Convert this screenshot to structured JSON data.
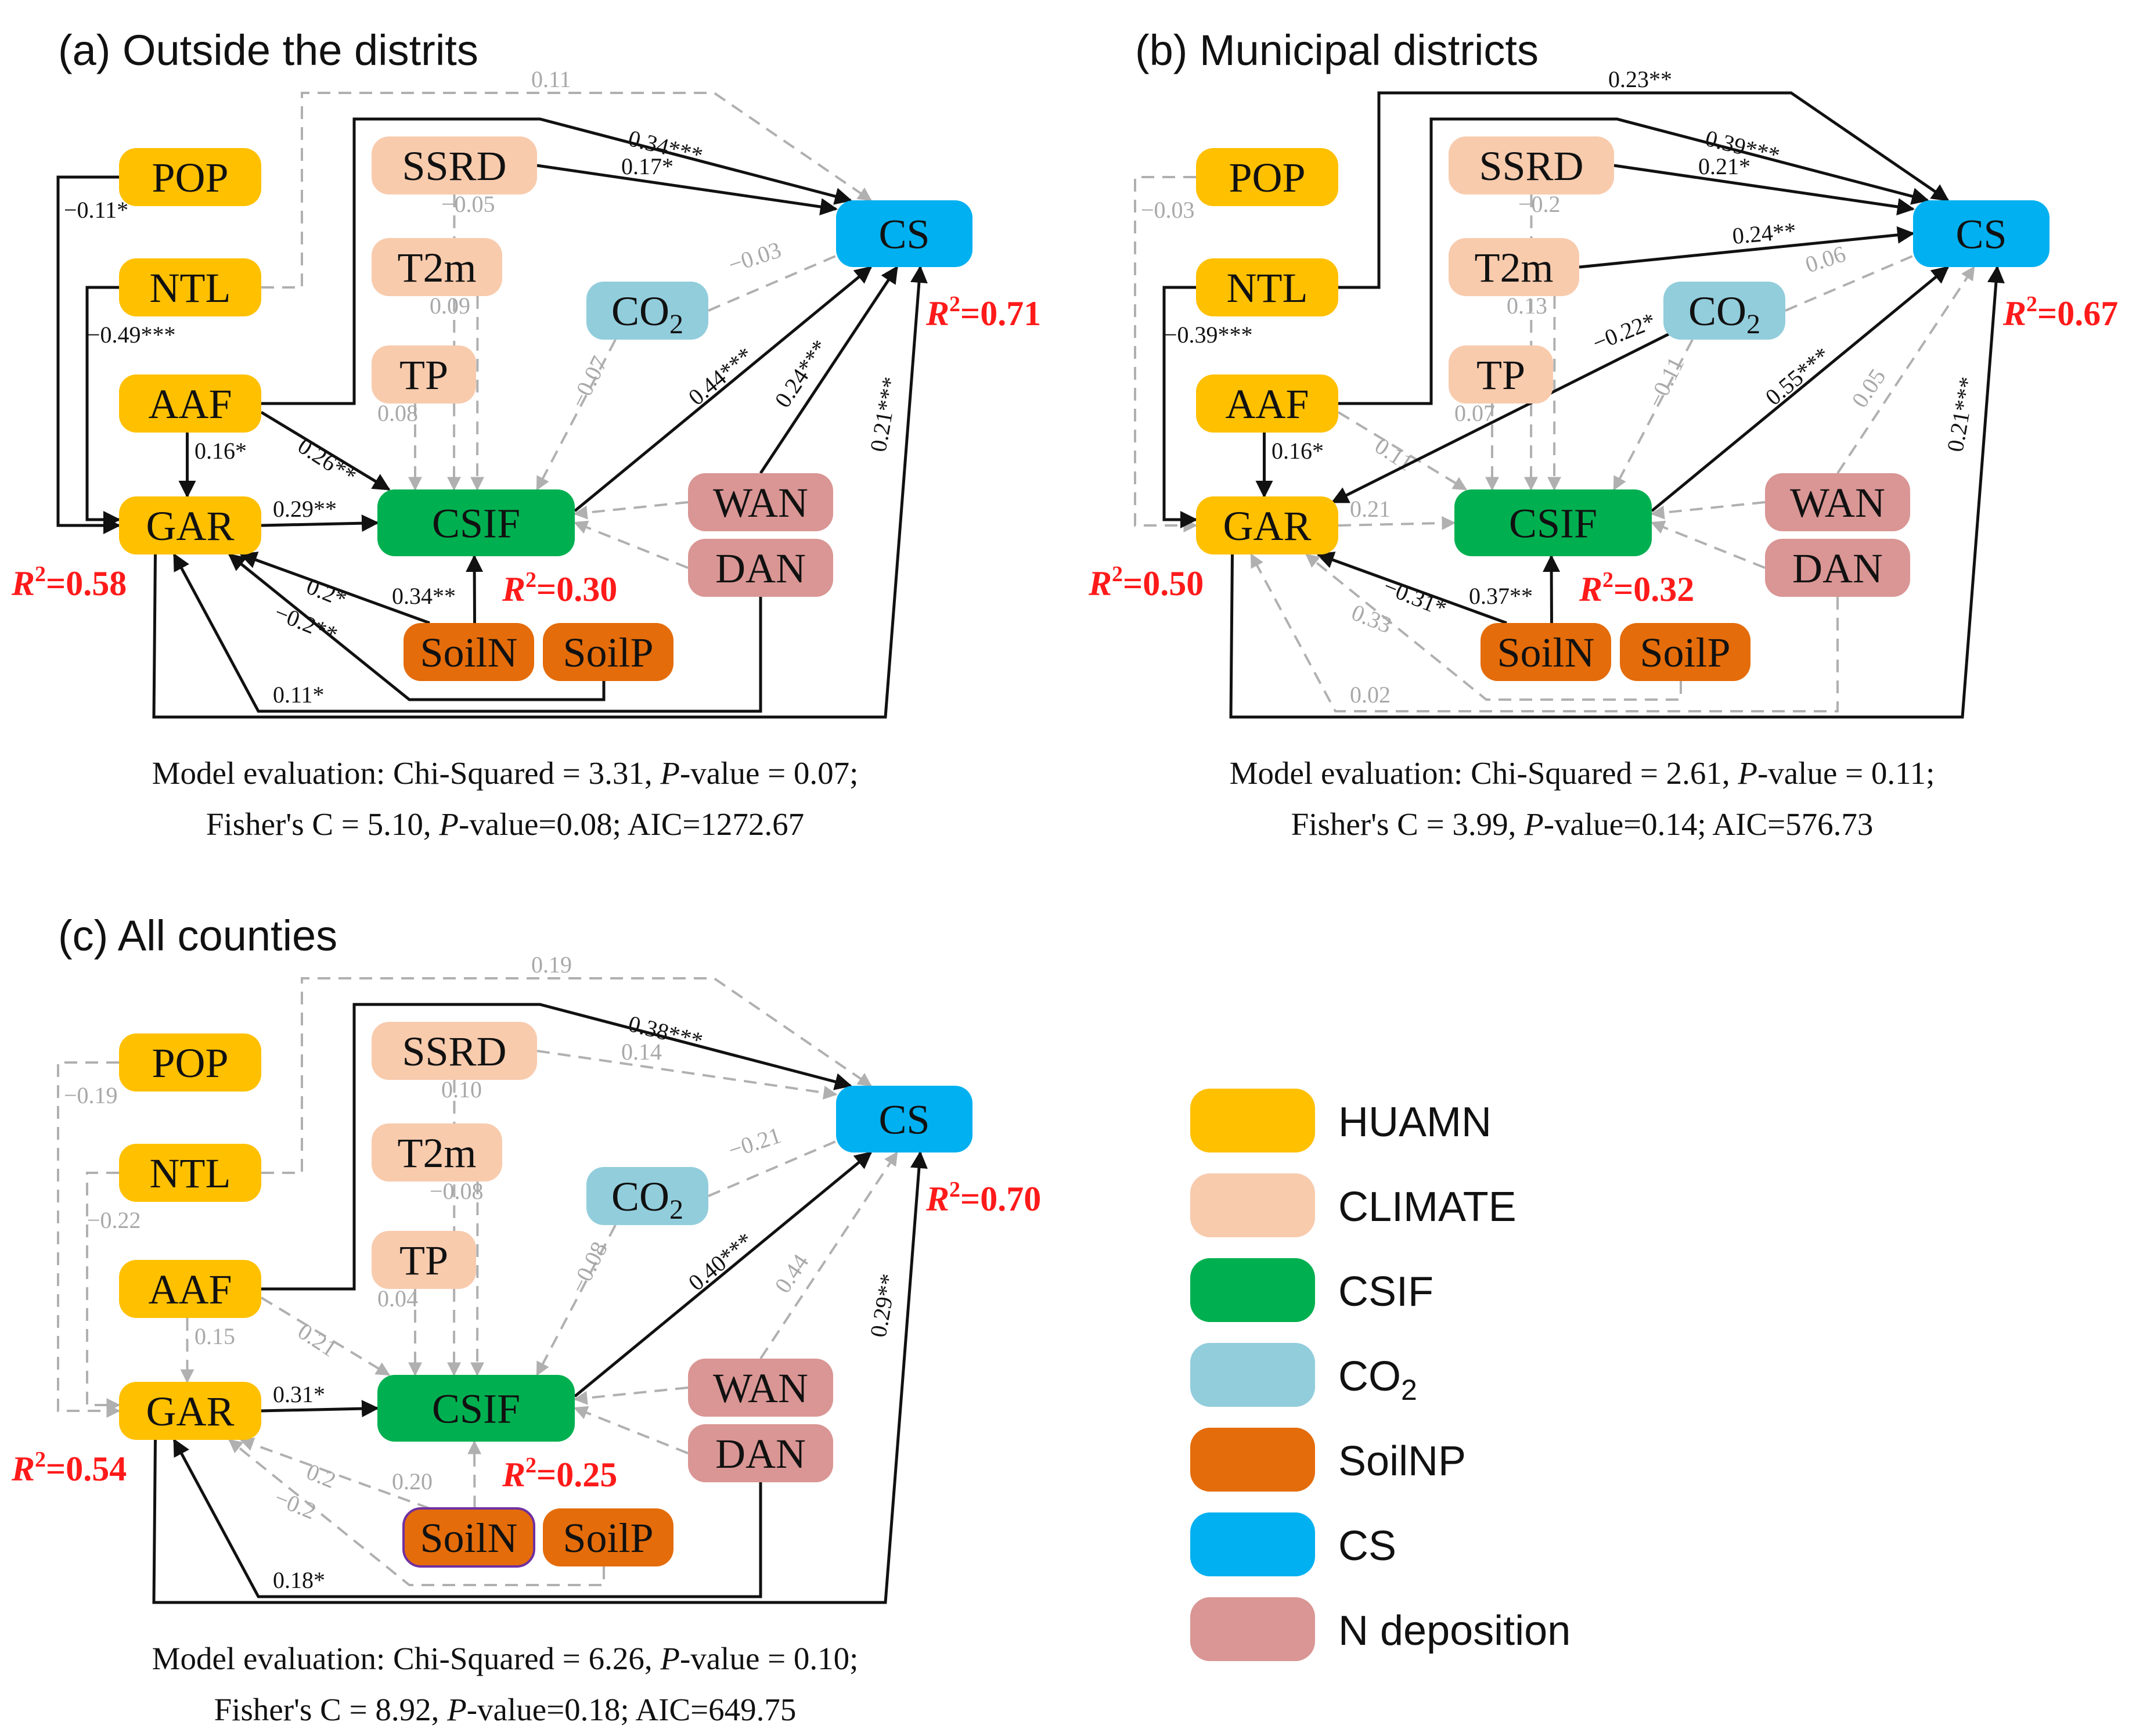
{
  "colors": {
    "HUMAN": "#FFC000",
    "CLIMATE": "#F8CBAD",
    "CSIF": "#00B050",
    "CO2": "#92CDDC",
    "SoilNP": "#E46C0A",
    "CS": "#00B0F0",
    "Ndep": "#D99694",
    "solid": "#111111",
    "dashed": "#b0b0b0",
    "r2": "#ff1a1a"
  },
  "node_labels": {
    "POP": "POP",
    "NTL": "NTL",
    "AAF": "AAF",
    "GAR": "GAR",
    "SSRD": "SSRD",
    "T2m": "T2m",
    "TP": "TP",
    "CO2": "CO",
    "CO2_sub": "2",
    "CSIF": "CSIF",
    "WAN": "WAN",
    "DAN": "DAN",
    "SoilN": "SoilN",
    "SoilP": "SoilP",
    "CS": "CS"
  },
  "r2_prefix": "R",
  "r2_sup": "2",
  "panels": [
    {
      "title": "(a) Outside the distrits",
      "r2": {
        "GAR": "=0.58",
        "CSIF": "=0.30",
        "CS": "=0.71"
      },
      "paths": [
        {
          "from": "SSRD",
          "to": "CS",
          "coef": "0.17*",
          "style": "solid"
        },
        {
          "from": "NTL",
          "to": "CS",
          "coef": "0.11",
          "style": "dashed"
        },
        {
          "from": "AAF",
          "to": "CS",
          "coef": "0.34***",
          "style": "solid"
        },
        {
          "from": "POP",
          "to": "GAR",
          "coef": "−0.11*",
          "style": "solid"
        },
        {
          "from": "NTL",
          "to": "GAR",
          "coef": "−0.49***",
          "style": "solid"
        },
        {
          "from": "AAF",
          "to": "GAR",
          "coef": "0.16*",
          "style": "solid"
        },
        {
          "from": "AAF",
          "to": "CSIF",
          "coef": "0.26**",
          "style": "solid"
        },
        {
          "from": "GAR",
          "to": "CSIF",
          "coef": "0.29**",
          "style": "solid"
        },
        {
          "from": "SSRD",
          "to": "CSIF",
          "coef": "−0.05",
          "style": "dashed"
        },
        {
          "from": "T2m",
          "to": "CSIF",
          "coef": "0.09",
          "style": "dashed"
        },
        {
          "from": "TP",
          "to": "CSIF",
          "coef": "0.08",
          "style": "dashed"
        },
        {
          "from": "CO2",
          "to": "CS",
          "coef": "−0.03",
          "style": "dashed"
        },
        {
          "from": "CO2",
          "to": "CSIF",
          "coef": "−0.07",
          "style": "dashed"
        },
        {
          "from": "CSIF",
          "to": "CS",
          "coef": "0.44***",
          "style": "solid"
        },
        {
          "from": "WAN",
          "to": "CS",
          "coef": "0.24***",
          "style": "solid"
        },
        {
          "from": "GAR",
          "to": "CS",
          "coef": "0.21***",
          "style": "solid"
        },
        {
          "from": "WAN",
          "to": "CSIF",
          "coef": "",
          "style": "dashed"
        },
        {
          "from": "DAN",
          "to": "CSIF",
          "coef": "",
          "style": "dashed"
        },
        {
          "from": "SoilN",
          "to": "CSIF",
          "coef": "0.34**",
          "style": "solid"
        },
        {
          "from": "SoilN",
          "to": "GAR",
          "coef": "0.2*",
          "style": "solid"
        },
        {
          "from": "SoilP",
          "to": "GAR",
          "coef": "−0.2**",
          "style": "solid"
        },
        {
          "from": "DAN",
          "to": "GAR",
          "coef": "0.11*",
          "style": "solid"
        }
      ],
      "eval_line1": "Model evaluation: Chi-Squared = 3.31, P-value = 0.07;",
      "eval_line2": "Fisher's C = 5.10, P-value=0.08;  AIC=1272.67"
    },
    {
      "title": "(b) Municipal districts",
      "r2": {
        "GAR": "=0.50",
        "CSIF": "=0.32",
        "CS": "=0.67"
      },
      "paths": [
        {
          "from": "NTL",
          "to": "CS",
          "coef": "0.23**",
          "style": "solid"
        },
        {
          "from": "AAF",
          "to": "CS",
          "coef": "0.39***",
          "style": "solid"
        },
        {
          "from": "SSRD",
          "to": "CS",
          "coef": "0.21*",
          "style": "solid"
        },
        {
          "from": "T2m",
          "to": "CS",
          "coef": "0.24**",
          "style": "solid"
        },
        {
          "from": "POP",
          "to": "GAR",
          "coef": "−0.03",
          "style": "dashed"
        },
        {
          "from": "NTL",
          "to": "GAR",
          "coef": "−0.39***",
          "style": "solid"
        },
        {
          "from": "AAF",
          "to": "GAR",
          "coef": "0.16*",
          "style": "solid"
        },
        {
          "from": "AAF",
          "to": "CSIF",
          "coef": "0.11",
          "style": "dashed"
        },
        {
          "from": "GAR",
          "to": "CSIF",
          "coef": "0.21",
          "style": "dashed"
        },
        {
          "from": "SSRD",
          "to": "CSIF",
          "coef": "−0.2",
          "style": "dashed"
        },
        {
          "from": "T2m",
          "to": "CSIF",
          "coef": "0.13",
          "style": "dashed"
        },
        {
          "from": "TP",
          "to": "CSIF",
          "coef": "0.07",
          "style": "dashed"
        },
        {
          "from": "CO2",
          "to": "CS",
          "coef": "0.06",
          "style": "dashed"
        },
        {
          "from": "CO2",
          "to": "GAR",
          "coef": "−0.22*",
          "style": "solid"
        },
        {
          "from": "CO2",
          "to": "CSIF",
          "coef": "−0.11",
          "style": "dashed"
        },
        {
          "from": "CSIF",
          "to": "CS",
          "coef": "0.55***",
          "style": "solid"
        },
        {
          "from": "WAN",
          "to": "CS",
          "coef": "0.05",
          "style": "dashed"
        },
        {
          "from": "GAR",
          "to": "CS",
          "coef": "0.21***",
          "style": "solid"
        },
        {
          "from": "WAN",
          "to": "CSIF",
          "coef": "",
          "style": "dashed"
        },
        {
          "from": "DAN",
          "to": "CSIF",
          "coef": "",
          "style": "dashed"
        },
        {
          "from": "SoilN",
          "to": "CSIF",
          "coef": "0.37**",
          "style": "solid"
        },
        {
          "from": "SoilN",
          "to": "GAR",
          "coef": "−0.31*",
          "style": "solid"
        },
        {
          "from": "SoilP",
          "to": "GAR",
          "coef": "0.33",
          "style": "dashed"
        },
        {
          "from": "DAN",
          "to": "GAR",
          "coef": "0.02",
          "style": "dashed"
        }
      ],
      "eval_line1": "Model evaluation: Chi-Squared = 2.61, P-value = 0.11;",
      "eval_line2": "Fisher's C = 3.99, P-value=0.14;  AIC=576.73"
    },
    {
      "title": "(c) All counties",
      "r2": {
        "GAR": "=0.54",
        "CSIF": "=0.25",
        "CS": "=0.70"
      },
      "paths": [
        {
          "from": "NTL",
          "to": "CS",
          "coef": "0.19",
          "style": "dashed"
        },
        {
          "from": "AAF",
          "to": "CS",
          "coef": "0.38***",
          "style": "solid"
        },
        {
          "from": "SSRD",
          "to": "CS",
          "coef": "0.14",
          "style": "dashed"
        },
        {
          "from": "POP",
          "to": "GAR",
          "coef": "−0.19",
          "style": "dashed"
        },
        {
          "from": "NTL",
          "to": "GAR",
          "coef": "−0.22",
          "style": "dashed"
        },
        {
          "from": "AAF",
          "to": "GAR",
          "coef": "0.15",
          "style": "dashed"
        },
        {
          "from": "AAF",
          "to": "CSIF",
          "coef": "0.21",
          "style": "dashed"
        },
        {
          "from": "GAR",
          "to": "CSIF",
          "coef": "0.31*",
          "style": "solid"
        },
        {
          "from": "SSRD",
          "to": "CSIF",
          "coef": "0.10",
          "style": "dashed"
        },
        {
          "from": "T2m",
          "to": "CSIF",
          "coef": "−0.08",
          "style": "dashed"
        },
        {
          "from": "TP",
          "to": "CSIF",
          "coef": "0.04",
          "style": "dashed"
        },
        {
          "from": "CO2",
          "to": "CS",
          "coef": "−0.21",
          "style": "dashed"
        },
        {
          "from": "CO2",
          "to": "CSIF",
          "coef": "−0.08",
          "style": "dashed"
        },
        {
          "from": "CSIF",
          "to": "CS",
          "coef": "0.40***",
          "style": "solid"
        },
        {
          "from": "WAN",
          "to": "CS",
          "coef": "0.44",
          "style": "dashed"
        },
        {
          "from": "GAR",
          "to": "CS",
          "coef": "0.29**",
          "style": "solid"
        },
        {
          "from": "WAN",
          "to": "CSIF",
          "coef": "",
          "style": "dashed"
        },
        {
          "from": "DAN",
          "to": "CSIF",
          "coef": "",
          "style": "dashed"
        },
        {
          "from": "SoilN",
          "to": "CSIF",
          "coef": "0.20",
          "style": "dashed"
        },
        {
          "from": "SoilN",
          "to": "GAR",
          "coef": "0.2",
          "style": "dashed"
        },
        {
          "from": "SoilP",
          "to": "GAR",
          "coef": "−0.2",
          "style": "dashed"
        },
        {
          "from": "DAN",
          "to": "GAR",
          "coef": "0.18*",
          "style": "solid"
        }
      ],
      "eval_line1": "Model evaluation: Chi-Squared = 6.26, P-value = 0.10;",
      "eval_line2": "Fisher's C = 8.92, P-value=0.18;  AIC=649.75"
    }
  ],
  "legend": [
    {
      "key": "HUMAN",
      "label": "HUAMN"
    },
    {
      "key": "CLIMATE",
      "label": "CLIMATE"
    },
    {
      "key": "CSIF",
      "label": "CSIF"
    },
    {
      "key": "CO2",
      "label": "CO",
      "sub": "2"
    },
    {
      "key": "SoilNP",
      "label": "SoilNP"
    },
    {
      "key": "CS",
      "label": "CS"
    },
    {
      "key": "Ndep",
      "label": "N deposition"
    }
  ]
}
